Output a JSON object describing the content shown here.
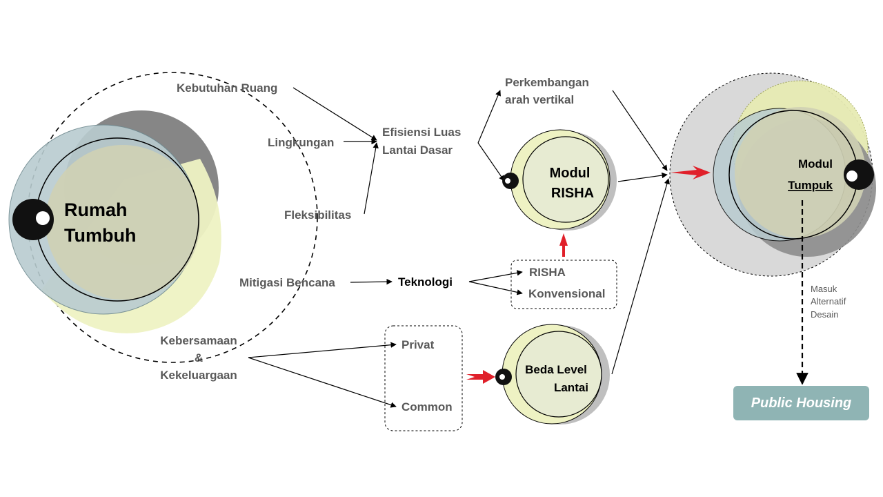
{
  "main_title": [
    "Rumah",
    "Tumbuh"
  ],
  "criteria": {
    "kebutuhan_ruang": "Kebutuhan Ruang",
    "lingkungan": "Lingkungan",
    "fleksibilitas": "Fleksibilitas",
    "mitigasi_bencana": "Mitigasi Bencana",
    "kebersamaan": [
      "Kebersamaan",
      "&",
      "Kekeluargaan"
    ]
  },
  "efisiensi": [
    "Efisiensi Luas",
    "Lantai Dasar"
  ],
  "perkembangan": [
    "Perkembangan",
    "arah vertikal"
  ],
  "teknologi": "Teknologi",
  "tech_options": [
    "RISHA",
    "Konvensional"
  ],
  "space_options": [
    "Privat",
    "Common"
  ],
  "modul_risha": [
    "Modul",
    "RISHA"
  ],
  "beda_level": [
    "Beda Level",
    "Lantai"
  ],
  "modul_tumpuk": [
    "Modul",
    "Tumpuk"
  ],
  "note": [
    "Masuk",
    "Alternatif",
    "Desain"
  ],
  "public_housing": "Public Housing"
}
